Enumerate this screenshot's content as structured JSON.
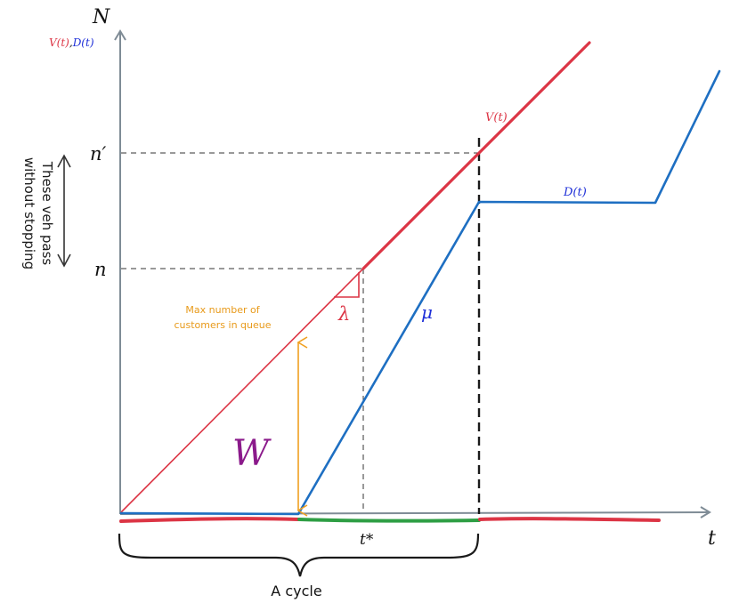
{
  "labels": {
    "y_axis": "N",
    "legend_v": "V(t)",
    "legend_sep": ",",
    "legend_d": "D(t)",
    "x_axis": "t",
    "n_prime": "n′",
    "n": "n",
    "v_curve": "V(t)",
    "d_curve": "D(t)",
    "lambda": "λ",
    "mu": "μ",
    "w": "W",
    "t_star": "t*",
    "max_queue_line1": "Max number of",
    "max_queue_line2": "customers in queue",
    "pass_line1": "These veh pass",
    "pass_line2": "without stopping",
    "cycle": "A cycle"
  },
  "colors": {
    "arrival": "#dc3545",
    "departure": "#1e6fc2",
    "green_phase": "#2e9e44",
    "red_phase": "#dc3545",
    "queue_arrow": "#f0a020",
    "w_label": "#8b1a8b",
    "axis": "#7f8c96",
    "dashed": "#333333"
  }
}
